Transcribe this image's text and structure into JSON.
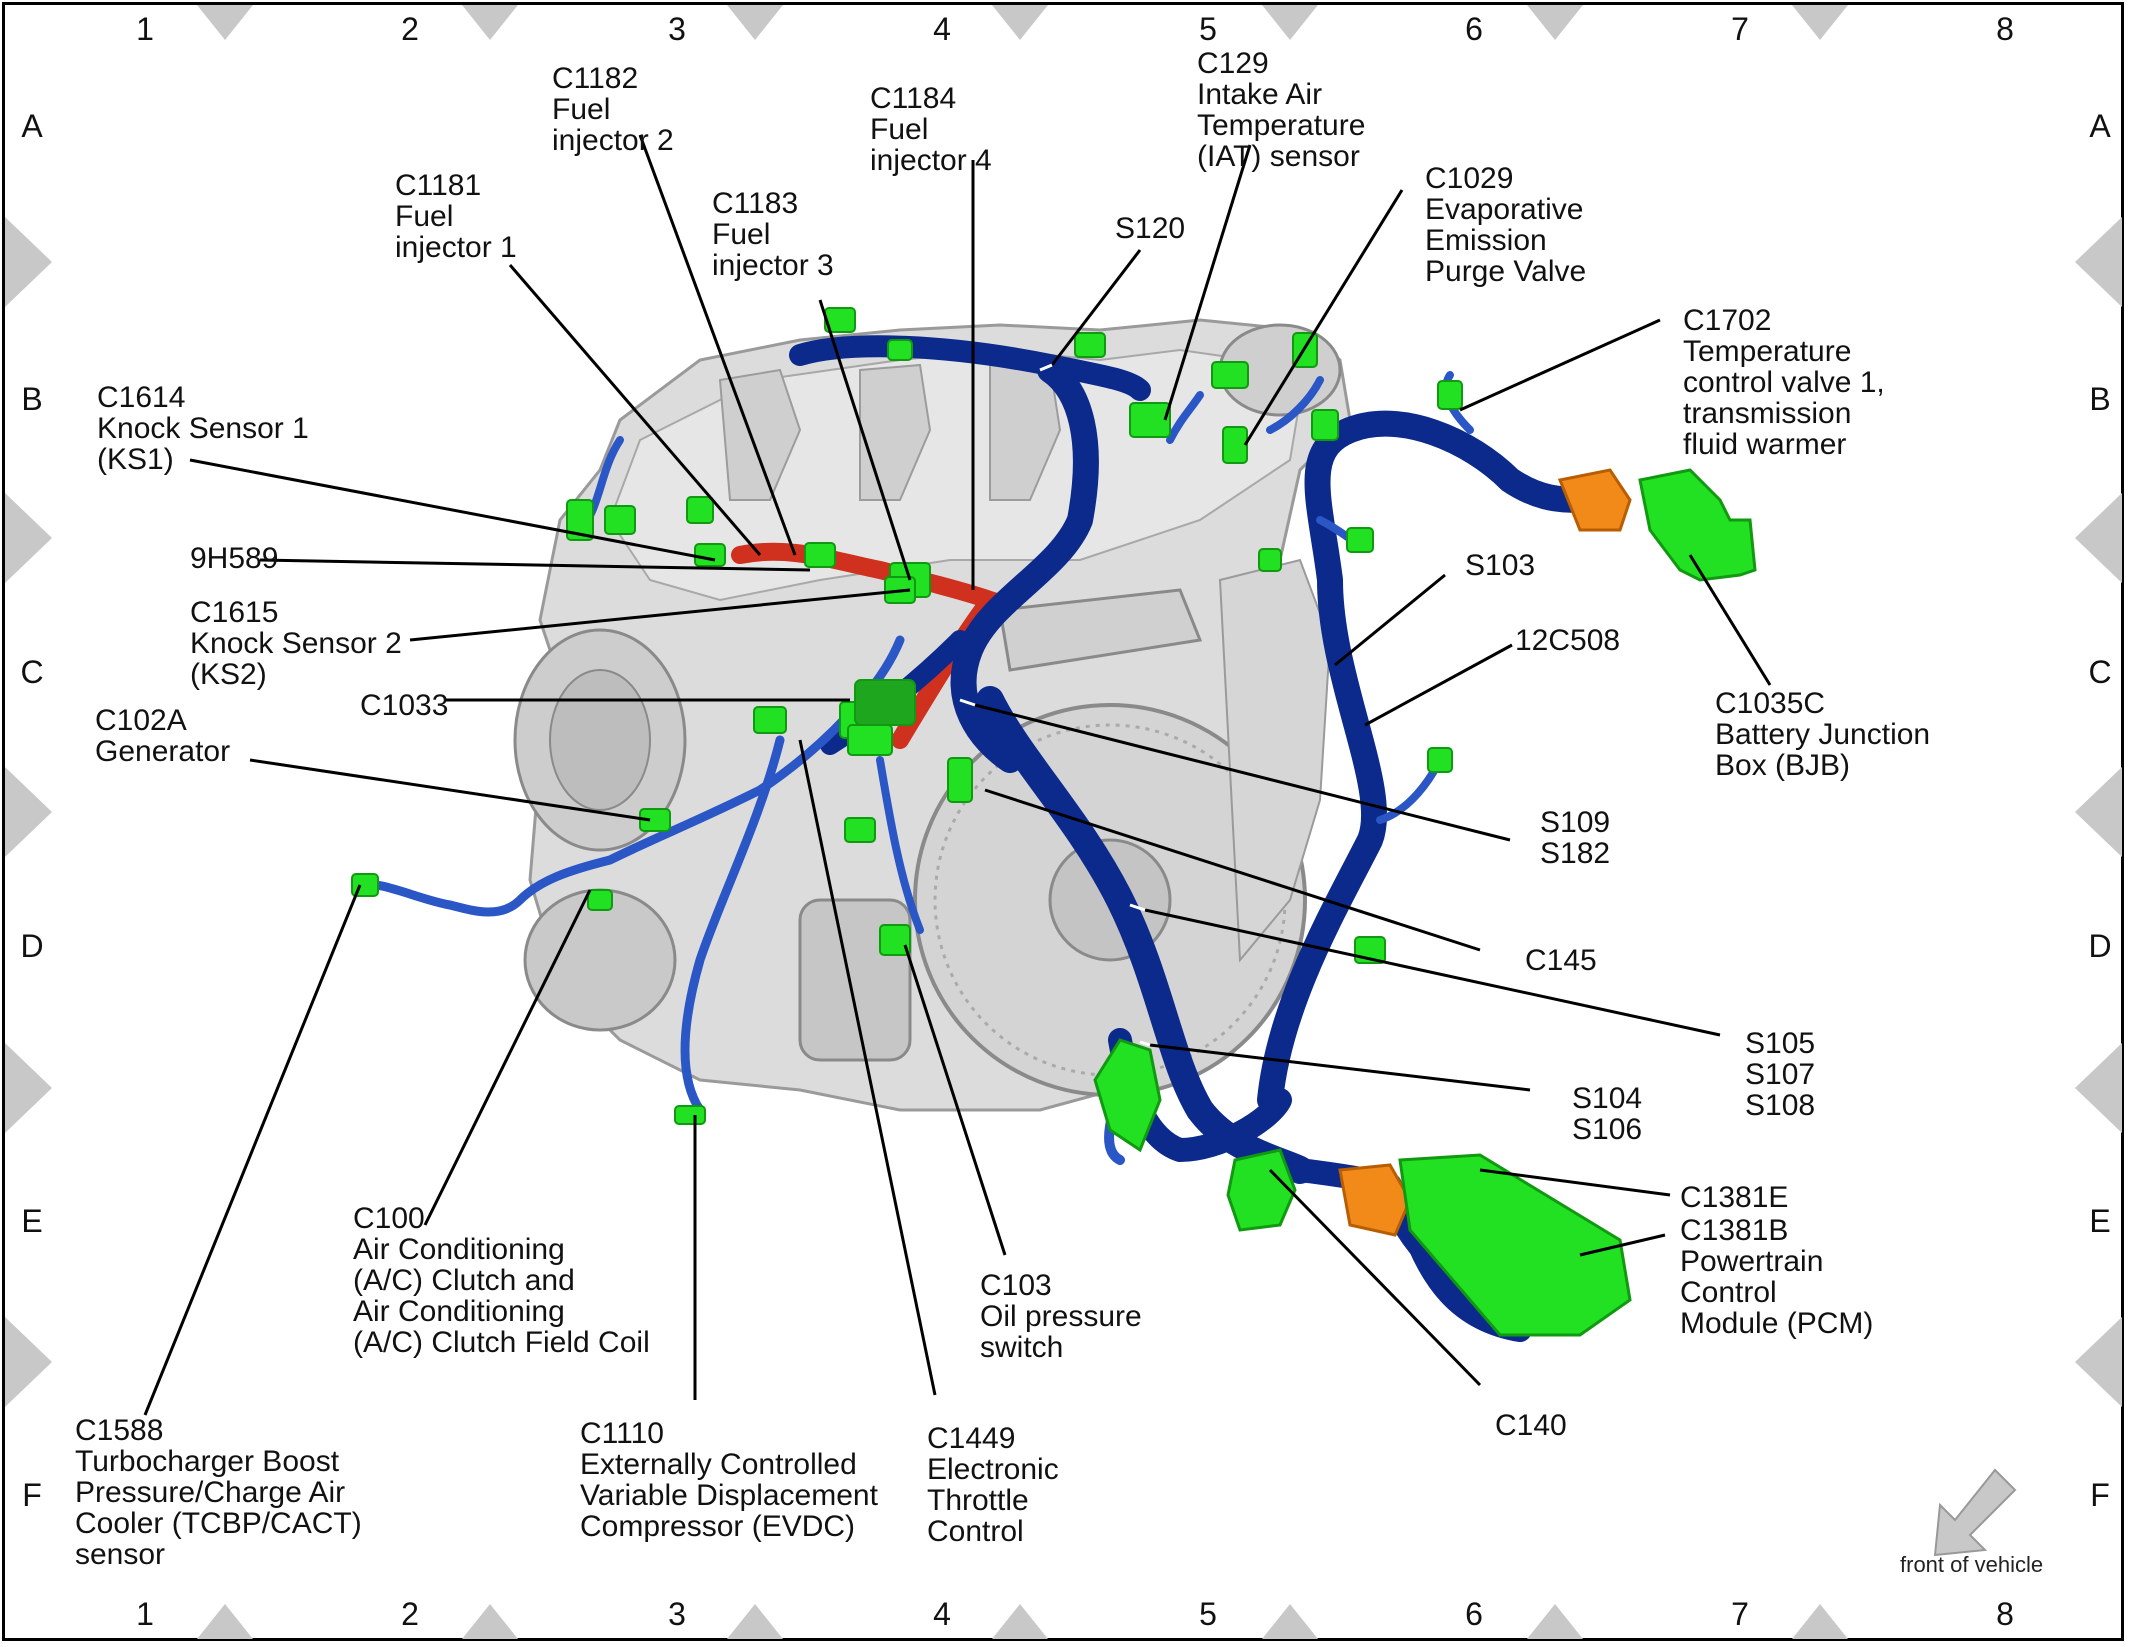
{
  "grid": {
    "columns": [
      "1",
      "2",
      "3",
      "4",
      "5",
      "6",
      "7",
      "8"
    ],
    "rows": [
      "A",
      "B",
      "C",
      "D",
      "E",
      "F"
    ]
  },
  "colors": {
    "harness": "#0b2a8c",
    "harness_light": "#2a56c6",
    "connector": "#22e022",
    "connector_dark": "#119911",
    "engine": "#d9d9d9",
    "red_harness": "#d0301e",
    "orange": "#f28a1a",
    "border_markers": "#c8c8c8"
  },
  "labels": {
    "c1182": [
      "C1182",
      "Fuel",
      "injector 2"
    ],
    "c1184": [
      "C1184",
      "Fuel",
      "injector 4"
    ],
    "c129": [
      "C129",
      "Intake Air",
      "Temperature",
      "(IAT) sensor"
    ],
    "c1181": [
      "C1181",
      "Fuel",
      "injector 1"
    ],
    "c1183": [
      "C1183",
      "Fuel",
      "injector 3"
    ],
    "s120": [
      "S120"
    ],
    "c1029": [
      "C1029",
      "Evaporative",
      "Emission",
      "Purge Valve"
    ],
    "c1702": [
      "C1702",
      "Temperature",
      "control valve 1,",
      "transmission",
      "fluid warmer"
    ],
    "c1614": [
      "C1614",
      "Knock Sensor 1",
      "(KS1)"
    ],
    "h9h589": [
      "9H589"
    ],
    "s103": [
      "S103"
    ],
    "c1615": [
      "C1615",
      "Knock Sensor 2",
      "(KS2)"
    ],
    "c12c508": [
      "12C508"
    ],
    "c1033": [
      "C1033"
    ],
    "c1035c": [
      "C1035C",
      "Battery Junction",
      "Box (BJB)"
    ],
    "c102a": [
      "C102A",
      "Generator"
    ],
    "s109": [
      "S109",
      "S182"
    ],
    "c145": [
      "C145"
    ],
    "s105": [
      "S105",
      "S107",
      "S108"
    ],
    "s104": [
      "S104",
      "S106"
    ],
    "c1381e": [
      "C1381E"
    ],
    "c1381b": [
      "C1381B",
      "Powertrain",
      "Control",
      "Module (PCM)"
    ],
    "c100": [
      "C100",
      "Air Conditioning",
      "(A/C) Clutch and",
      "Air Conditioning",
      "(A/C) Clutch Field Coil"
    ],
    "c103": [
      "C103",
      "Oil pressure",
      "switch"
    ],
    "c140": [
      "C140"
    ],
    "c1588": [
      "C1588",
      "Turbocharger Boost",
      "Pressure/Charge Air",
      "Cooler (TCBP/CACT)",
      "sensor"
    ],
    "c1110": [
      "C1110",
      "Externally Controlled",
      "Variable Displacement",
      "Compressor (EVDC)"
    ],
    "c1449": [
      "C1449",
      "Electronic",
      "Throttle",
      "Control"
    ]
  },
  "front_of_vehicle": "front of vehicle",
  "front_arrow_icon": "arrow-down-left-icon"
}
